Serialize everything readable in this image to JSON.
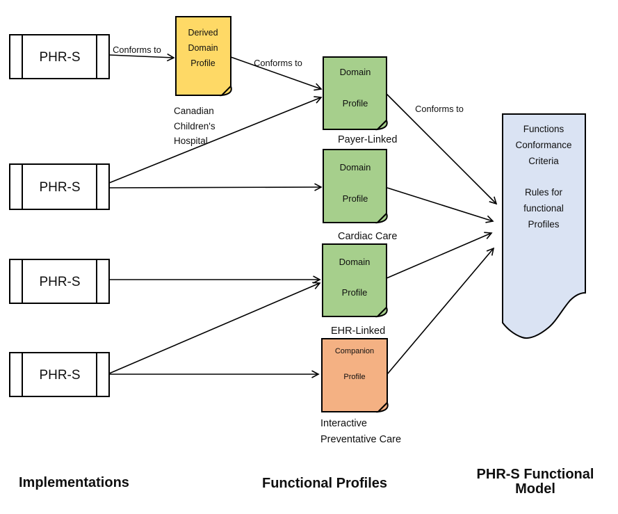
{
  "column_labels": {
    "implementations": "Implementations",
    "functional_profiles": "Functional Profiles",
    "model_line1": "PHR-S Functional",
    "model_line2": "Model"
  },
  "phrs_boxes": [
    {
      "label": "PHR-S"
    },
    {
      "label": "PHR-S"
    },
    {
      "label": "PHR-S"
    },
    {
      "label": "PHR-S"
    }
  ],
  "edge_labels": {
    "conforms_to_1": "Conforms to",
    "conforms_to_2": "Conforms to",
    "conforms_to_3": "Conforms to"
  },
  "notes": {
    "derived_domain": {
      "fill": "#FED966",
      "line1": "Derived",
      "line2": "Domain",
      "line3": "Profile",
      "caption_line1": "Canadian",
      "caption_line2": "Children's",
      "caption_line3": "Hospital"
    },
    "payer_linked": {
      "fill": "#A6CF8C",
      "line1": "Domain",
      "line2": "Profile",
      "caption": "Payer-Linked"
    },
    "cardiac_care": {
      "fill": "#A6CF8C",
      "line1": "Domain",
      "line2": "Profile",
      "caption": "Cardiac Care"
    },
    "ehr_linked": {
      "fill": "#A6CF8C",
      "line1": "Domain",
      "line2": "Profile",
      "caption": "EHR-Linked"
    },
    "companion": {
      "fill": "#F4B183",
      "line1": "Companion",
      "line2": "Profile",
      "caption_line1": "Interactive",
      "caption_line2": "Preventative Care"
    }
  },
  "functional_model": {
    "fill": "#DAE3F3",
    "line1": "Functions",
    "line2": "Conformance",
    "line3": "Criteria",
    "line4": "Rules for",
    "line5": "functional",
    "line6": "Profiles"
  }
}
